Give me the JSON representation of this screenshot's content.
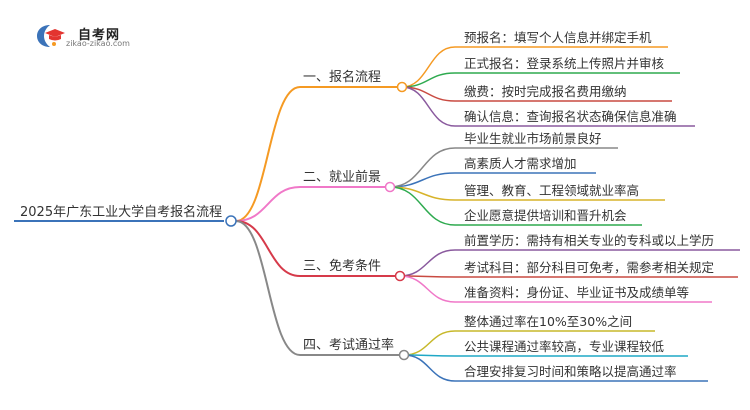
{
  "brand": {
    "name": "自考网",
    "url": "zikao-zikao.com"
  },
  "root": {
    "label": "2025年广东工业大学自考报名流程"
  },
  "branches": [
    {
      "label": "一、报名流程",
      "color": "#f59a23",
      "children": [
        {
          "label": "预报名：填写个人信息并绑定手机",
          "color": "#f59a23"
        },
        {
          "label": "正式报名：登录系统上传照片并审核",
          "color": "#2eaa4f"
        },
        {
          "label": "缴费：按时完成报名费用缴纳",
          "color": "#c94a41"
        },
        {
          "label": "确认信息：查询报名状态确保信息准确",
          "color": "#8a5a9e"
        }
      ]
    },
    {
      "label": "二、就业前景",
      "color": "#f078c8",
      "children": [
        {
          "label": "毕业生就业市场前景良好",
          "color": "#888888"
        },
        {
          "label": "高素质人才需求增加",
          "color": "#3b73b9"
        },
        {
          "label": "管理、教育、工程领域就业率高",
          "color": "#d7b32a"
        },
        {
          "label": "企业愿意提供培训和晋升机会",
          "color": "#2eaa4f"
        }
      ]
    },
    {
      "label": "三、免考条件",
      "color": "#d63a4a",
      "children": [
        {
          "label": "前置学历：需持有相关专业的专科或以上学历",
          "color": "#8a5a9e"
        },
        {
          "label": "考试科目：部分科目可免考，需参考相关规定",
          "color": "#c94a41"
        },
        {
          "label": "准备资料：身份证、毕业证书及成绩单等",
          "color": "#f078c8"
        }
      ]
    },
    {
      "label": "四、考试通过率",
      "color": "#888888",
      "children": [
        {
          "label": "整体通过率在10%至30%之间",
          "color": "#c7b82a"
        },
        {
          "label": "公共课程通过率较高，专业课程较低",
          "color": "#1fa8c6"
        },
        {
          "label": "合理安排复习时间和策略以提高通过率",
          "color": "#3b73b9"
        }
      ]
    }
  ]
}
